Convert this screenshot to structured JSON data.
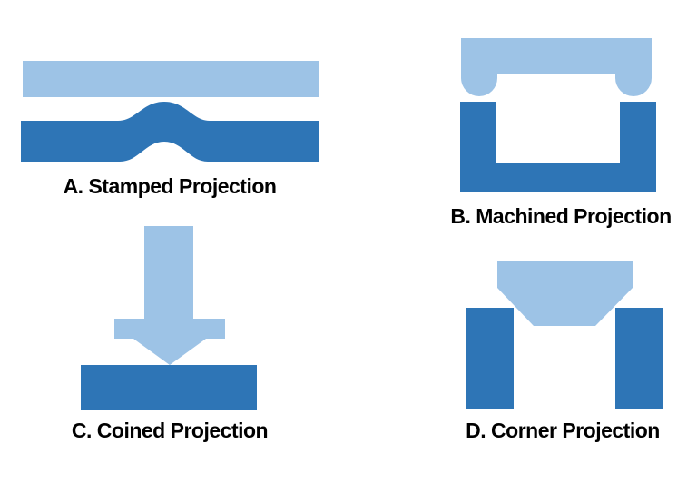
{
  "colors": {
    "dark_blue": "#2E75B6",
    "light_blue": "#9DC3E6",
    "text": "#000000",
    "background": "#FFFFFF"
  },
  "panels": {
    "a": {
      "label": "A. Stamped Projection"
    },
    "b": {
      "label": "B. Machined Projection"
    },
    "c": {
      "label": "C. Coined Projection"
    },
    "d": {
      "label": "D. Corner Projection"
    }
  }
}
